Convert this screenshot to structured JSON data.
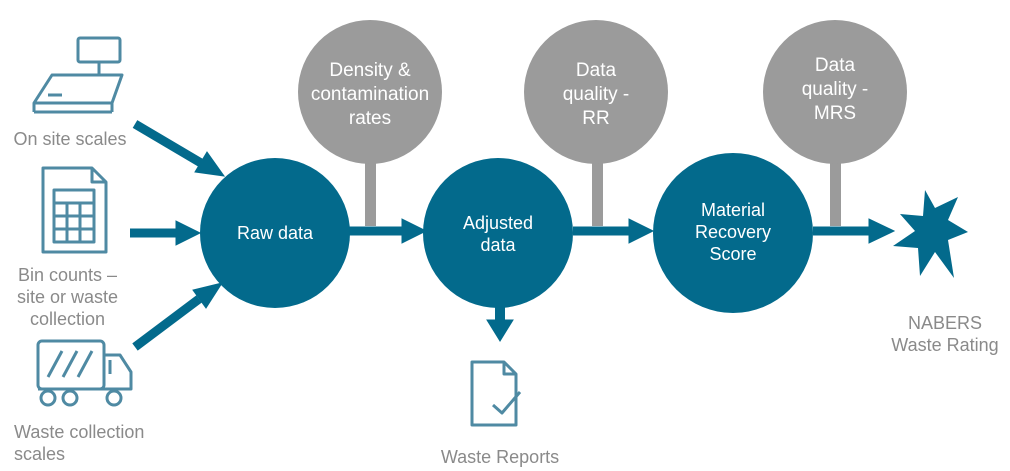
{
  "inputs": {
    "scales_label": "On site scales",
    "bins_label": "Bin counts –\nsite or waste\ncollection",
    "truck_label": "Waste collection\nscales"
  },
  "stages": {
    "raw": "Raw data",
    "adjusted": "Adjusted\ndata",
    "mrs": "Material\nRecovery\nScore"
  },
  "modifiers": {
    "density": "Density &\ncontamination\nrates",
    "quality_rr": "Data\nquality -\nRR",
    "quality_mrs": "Data\nquality -\nMRS"
  },
  "outputs": {
    "reports": "Waste Reports",
    "rating": "NABERS\nWaste Rating"
  },
  "colors": {
    "teal": "#036a8c",
    "grey": "#9b9b9b",
    "outline": "#4f8aa3",
    "text_grey": "#8a8a8a"
  },
  "icons": {
    "scales": "scale-icon",
    "bins": "calculator-document-icon",
    "truck": "truck-icon",
    "reports": "report-check-icon",
    "rating": "star-icon"
  }
}
